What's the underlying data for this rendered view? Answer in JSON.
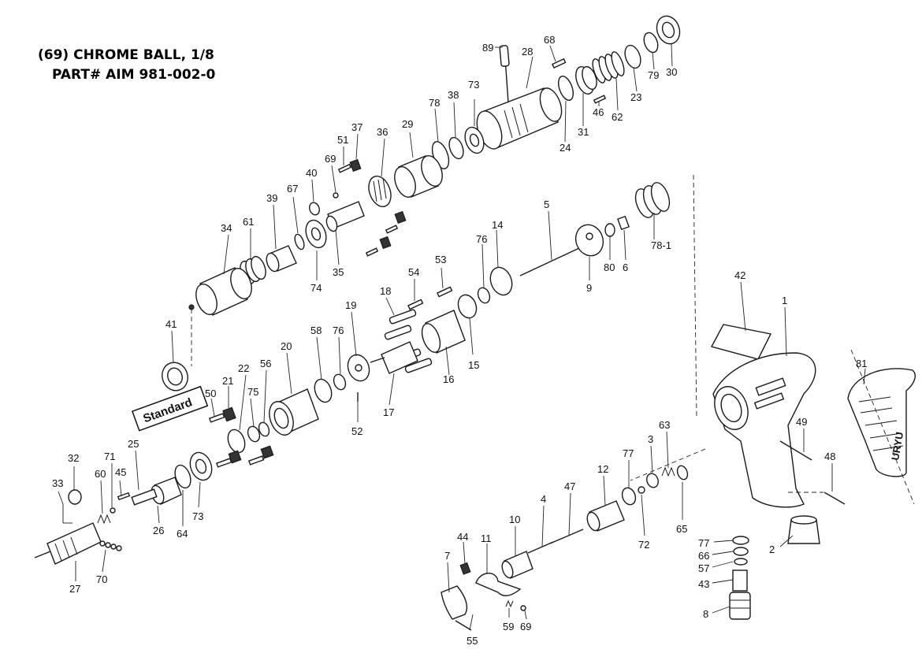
{
  "heading": {
    "line1": "(69) CHROME BALL, 1/8",
    "line2": "PART# AIM 981-002-0"
  },
  "label_standard": "Standard",
  "label_brand": "URYU",
  "callouts": {
    "c1": "1",
    "c2": "2",
    "c3": "3",
    "c4": "4",
    "c5": "5",
    "c6": "6",
    "c7": "7",
    "c8": "8",
    "c9": "9",
    "c10": "10",
    "c11": "11",
    "c12": "12",
    "c14": "14",
    "c15": "15",
    "c16": "16",
    "c17": "17",
    "c18": "18",
    "c19": "19",
    "c20": "20",
    "c21": "21",
    "c22": "22",
    "c23": "23",
    "c24": "24",
    "c25": "25",
    "c26": "26",
    "c27": "27",
    "c28": "28",
    "c29": "29",
    "c30": "30",
    "c31": "31",
    "c32": "32",
    "c33": "33",
    "c34": "34",
    "c35": "35",
    "c36": "36",
    "c37": "37",
    "c38": "38",
    "c39": "39",
    "c40": "40",
    "c41": "41",
    "c42": "42",
    "c43": "43",
    "c44": "44",
    "c45": "45",
    "c46": "46",
    "c47": "47",
    "c48": "48",
    "c49": "49",
    "c50": "50",
    "c51": "51",
    "c52": "52",
    "c53": "53",
    "c54": "54",
    "c55": "55",
    "c56": "56",
    "c57": "57",
    "c58": "58",
    "c59": "59",
    "c60": "60",
    "c61": "61",
    "c62": "62",
    "c63": "63",
    "c64": "64",
    "c65": "65",
    "c66": "66",
    "c67": "67",
    "c68": "68",
    "c69a": "69",
    "c69b": "69",
    "c70": "70",
    "c71": "71",
    "c72": "72",
    "c73a": "73",
    "c73b": "73",
    "c74": "74",
    "c75": "75",
    "c76a": "76",
    "c76b": "76",
    "c77a": "77",
    "c77b": "77",
    "c78": "78",
    "c78_1": "78-1",
    "c79": "79",
    "c80": "80",
    "c81": "81",
    "c89": "89"
  },
  "colors": {
    "ink": "#1a1a1a",
    "paper": "#ffffff"
  }
}
